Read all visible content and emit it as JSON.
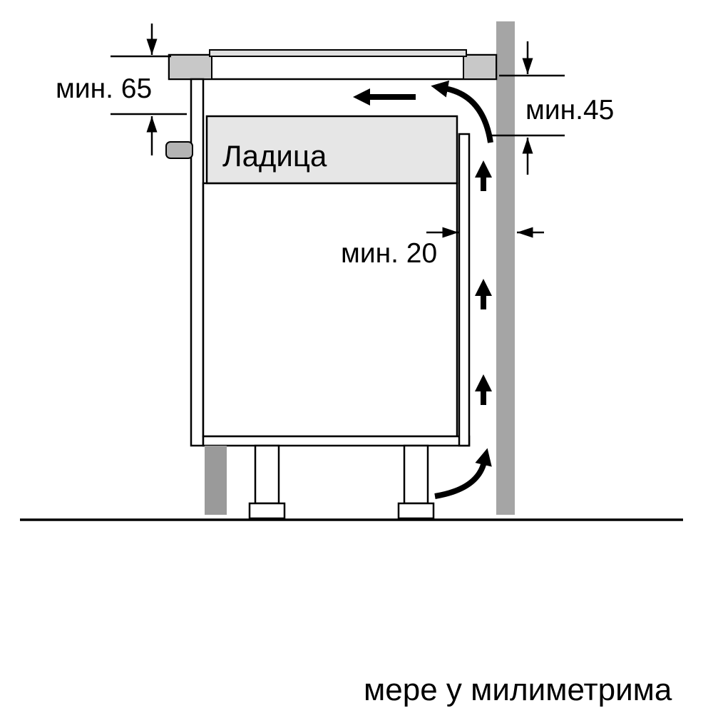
{
  "labels": {
    "drawer": "Ладица",
    "dim_left": "мин. 65",
    "dim_right": "мин.45",
    "dim_gap": "мин. 20",
    "units_note": "мере у милиметрима"
  },
  "colors": {
    "background": "#ffffff",
    "line": "#000000",
    "wall": "#a5a5a5",
    "plinth": "#9a9a9a",
    "worktop_end": "#c8c8c8",
    "hob_glass": "#e0e0e0",
    "drawer_fill": "#e6e6e6",
    "panel_fill": "#ffffff"
  }
}
